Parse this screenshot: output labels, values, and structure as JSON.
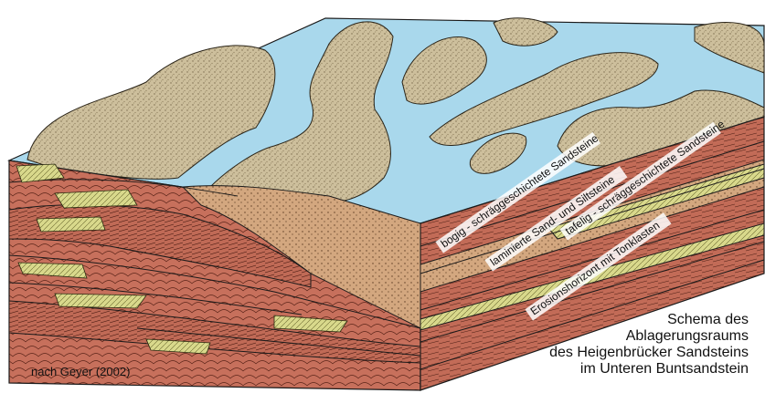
{
  "labels": {
    "bogig": "bogig - schräggeschichtete Sandsteine",
    "laminiert": "laminierte Sand- und Siltsteine",
    "tafelig": "tafelig - schräggeschichtete Sandsteine",
    "erosion": "Erosionshorizont mit Tonklasten"
  },
  "title": {
    "line1": "Schema des",
    "line2": "Ablagerungsraums",
    "line3": "des Heigenbrücker Sandsteins",
    "line4": "im Unteren Buntsandstein"
  },
  "credit": "nach Geyer (2002)",
  "colors": {
    "water": "#a9d8ec",
    "sand_surface": "#cdbf9c",
    "red_sandstone": "#c7705c",
    "yellow_lens": "#d9d98c",
    "laminated_tan": "#d3a77f",
    "outline": "#1a1a1a"
  }
}
